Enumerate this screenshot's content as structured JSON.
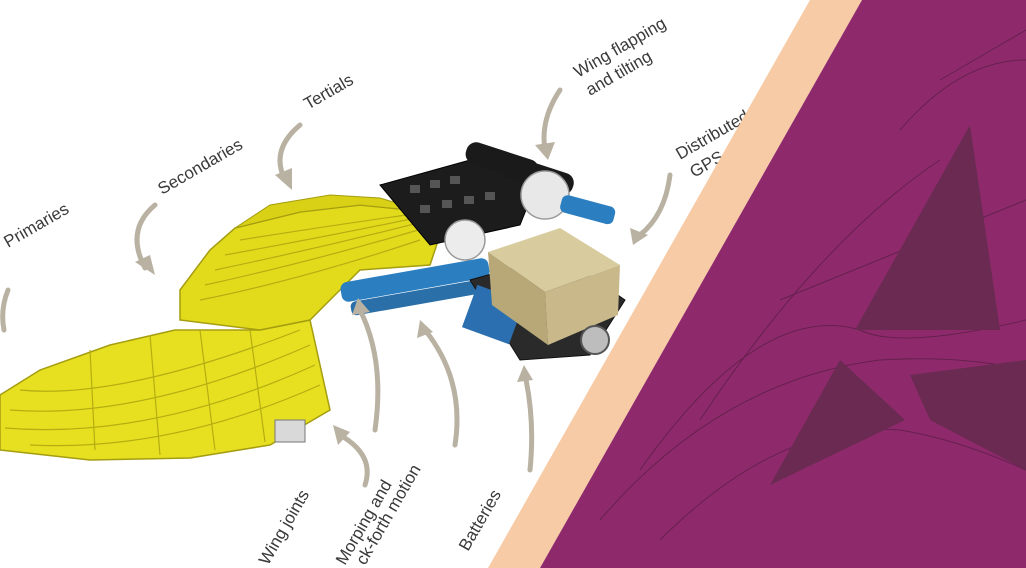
{
  "labels": {
    "primaries": "Primaries",
    "secondaries": "Secondaries",
    "tertials": "Tertials",
    "wing_flapping_line1": "Wing flapping",
    "wing_flapping_line2": "and tilting",
    "distributed_line1": "Distributed comp",
    "distributed_line2": "GPS, CO",
    "wing_joints": "Wing joints",
    "morphing_line1": "Morping and",
    "morphing_line2": "ck-forth motion",
    "batteries": "Batteries"
  },
  "colors": {
    "feather": "#e6e020",
    "feather_shadow": "#b5ad12",
    "frame_black": "#1c1c1c",
    "actuator_blue": "#2b7fc0",
    "box_tan": "#c9b98a",
    "divider_peach": "#f6cba5",
    "panel_purple": "#8e2a6c",
    "triangle_dark": "#6a2a52",
    "arrow": "#b9b2a2"
  }
}
